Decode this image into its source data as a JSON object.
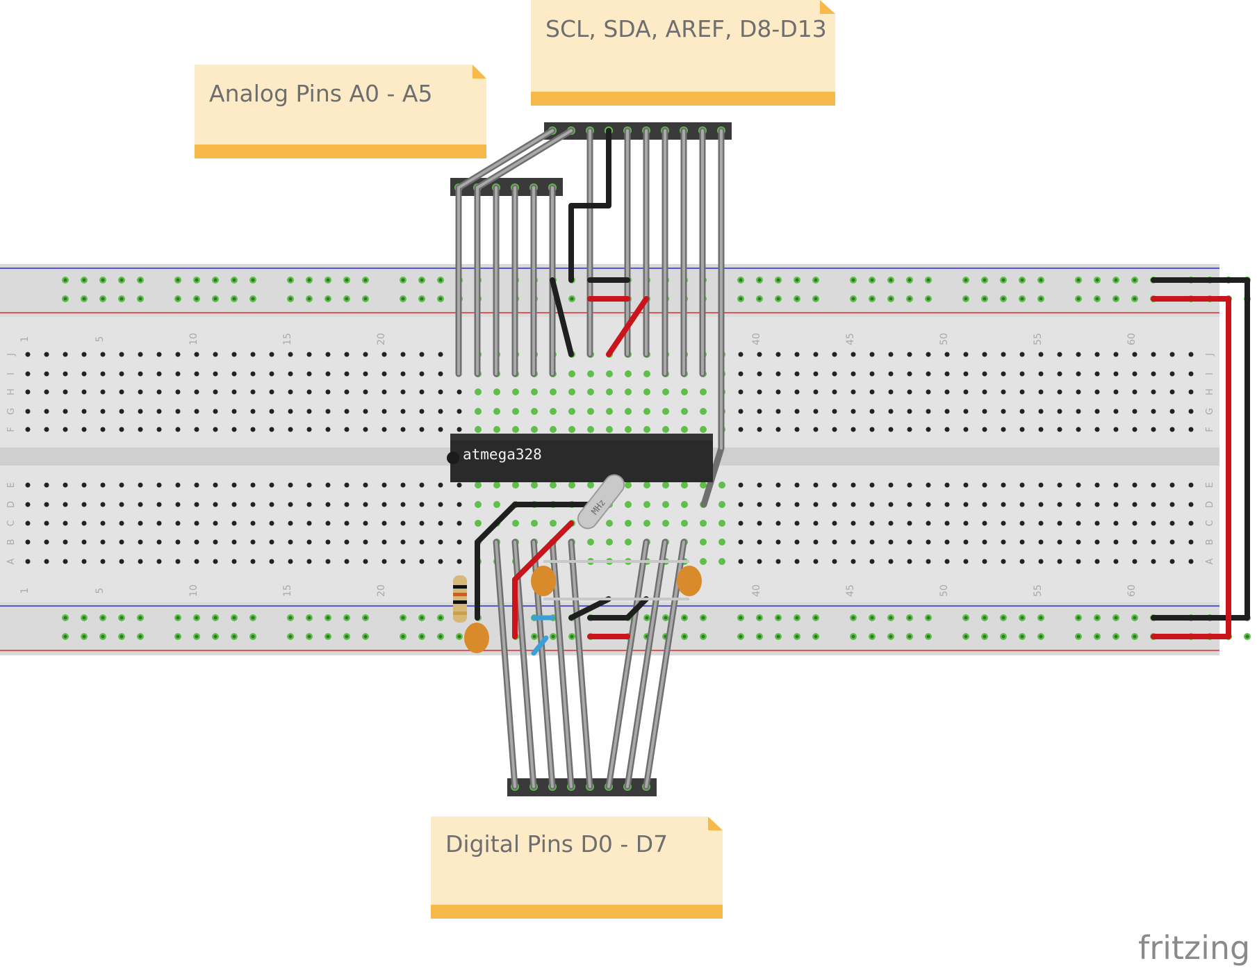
{
  "notes": {
    "analog": "Analog Pins A0 - A5",
    "top": "SCL, SDA, AREF, D8-D13",
    "digital": "Digital Pins D0 - D7"
  },
  "chip": {
    "label": "atmega328"
  },
  "crystal": {
    "label": "MHz"
  },
  "brand": "fritzing",
  "breadboard": {
    "column_numbers": [
      "1",
      "5",
      "10",
      "15",
      "20",
      "40",
      "45",
      "50",
      "55",
      "60"
    ],
    "rows_top": [
      "J",
      "I",
      "H",
      "G",
      "F"
    ],
    "rows_bottom": [
      "E",
      "D",
      "C",
      "B",
      "A"
    ]
  },
  "colors": {
    "note_fill": "#fdebc8",
    "note_bar": "#f6b94a",
    "wire_gray": "#8c8c8c",
    "wire_black": "#1f1f1f",
    "wire_red": "#c8141a",
    "hole_green": "#5fbf4a",
    "rail_blue": "#2b2bdc",
    "rail_red": "#dc2b2b"
  }
}
